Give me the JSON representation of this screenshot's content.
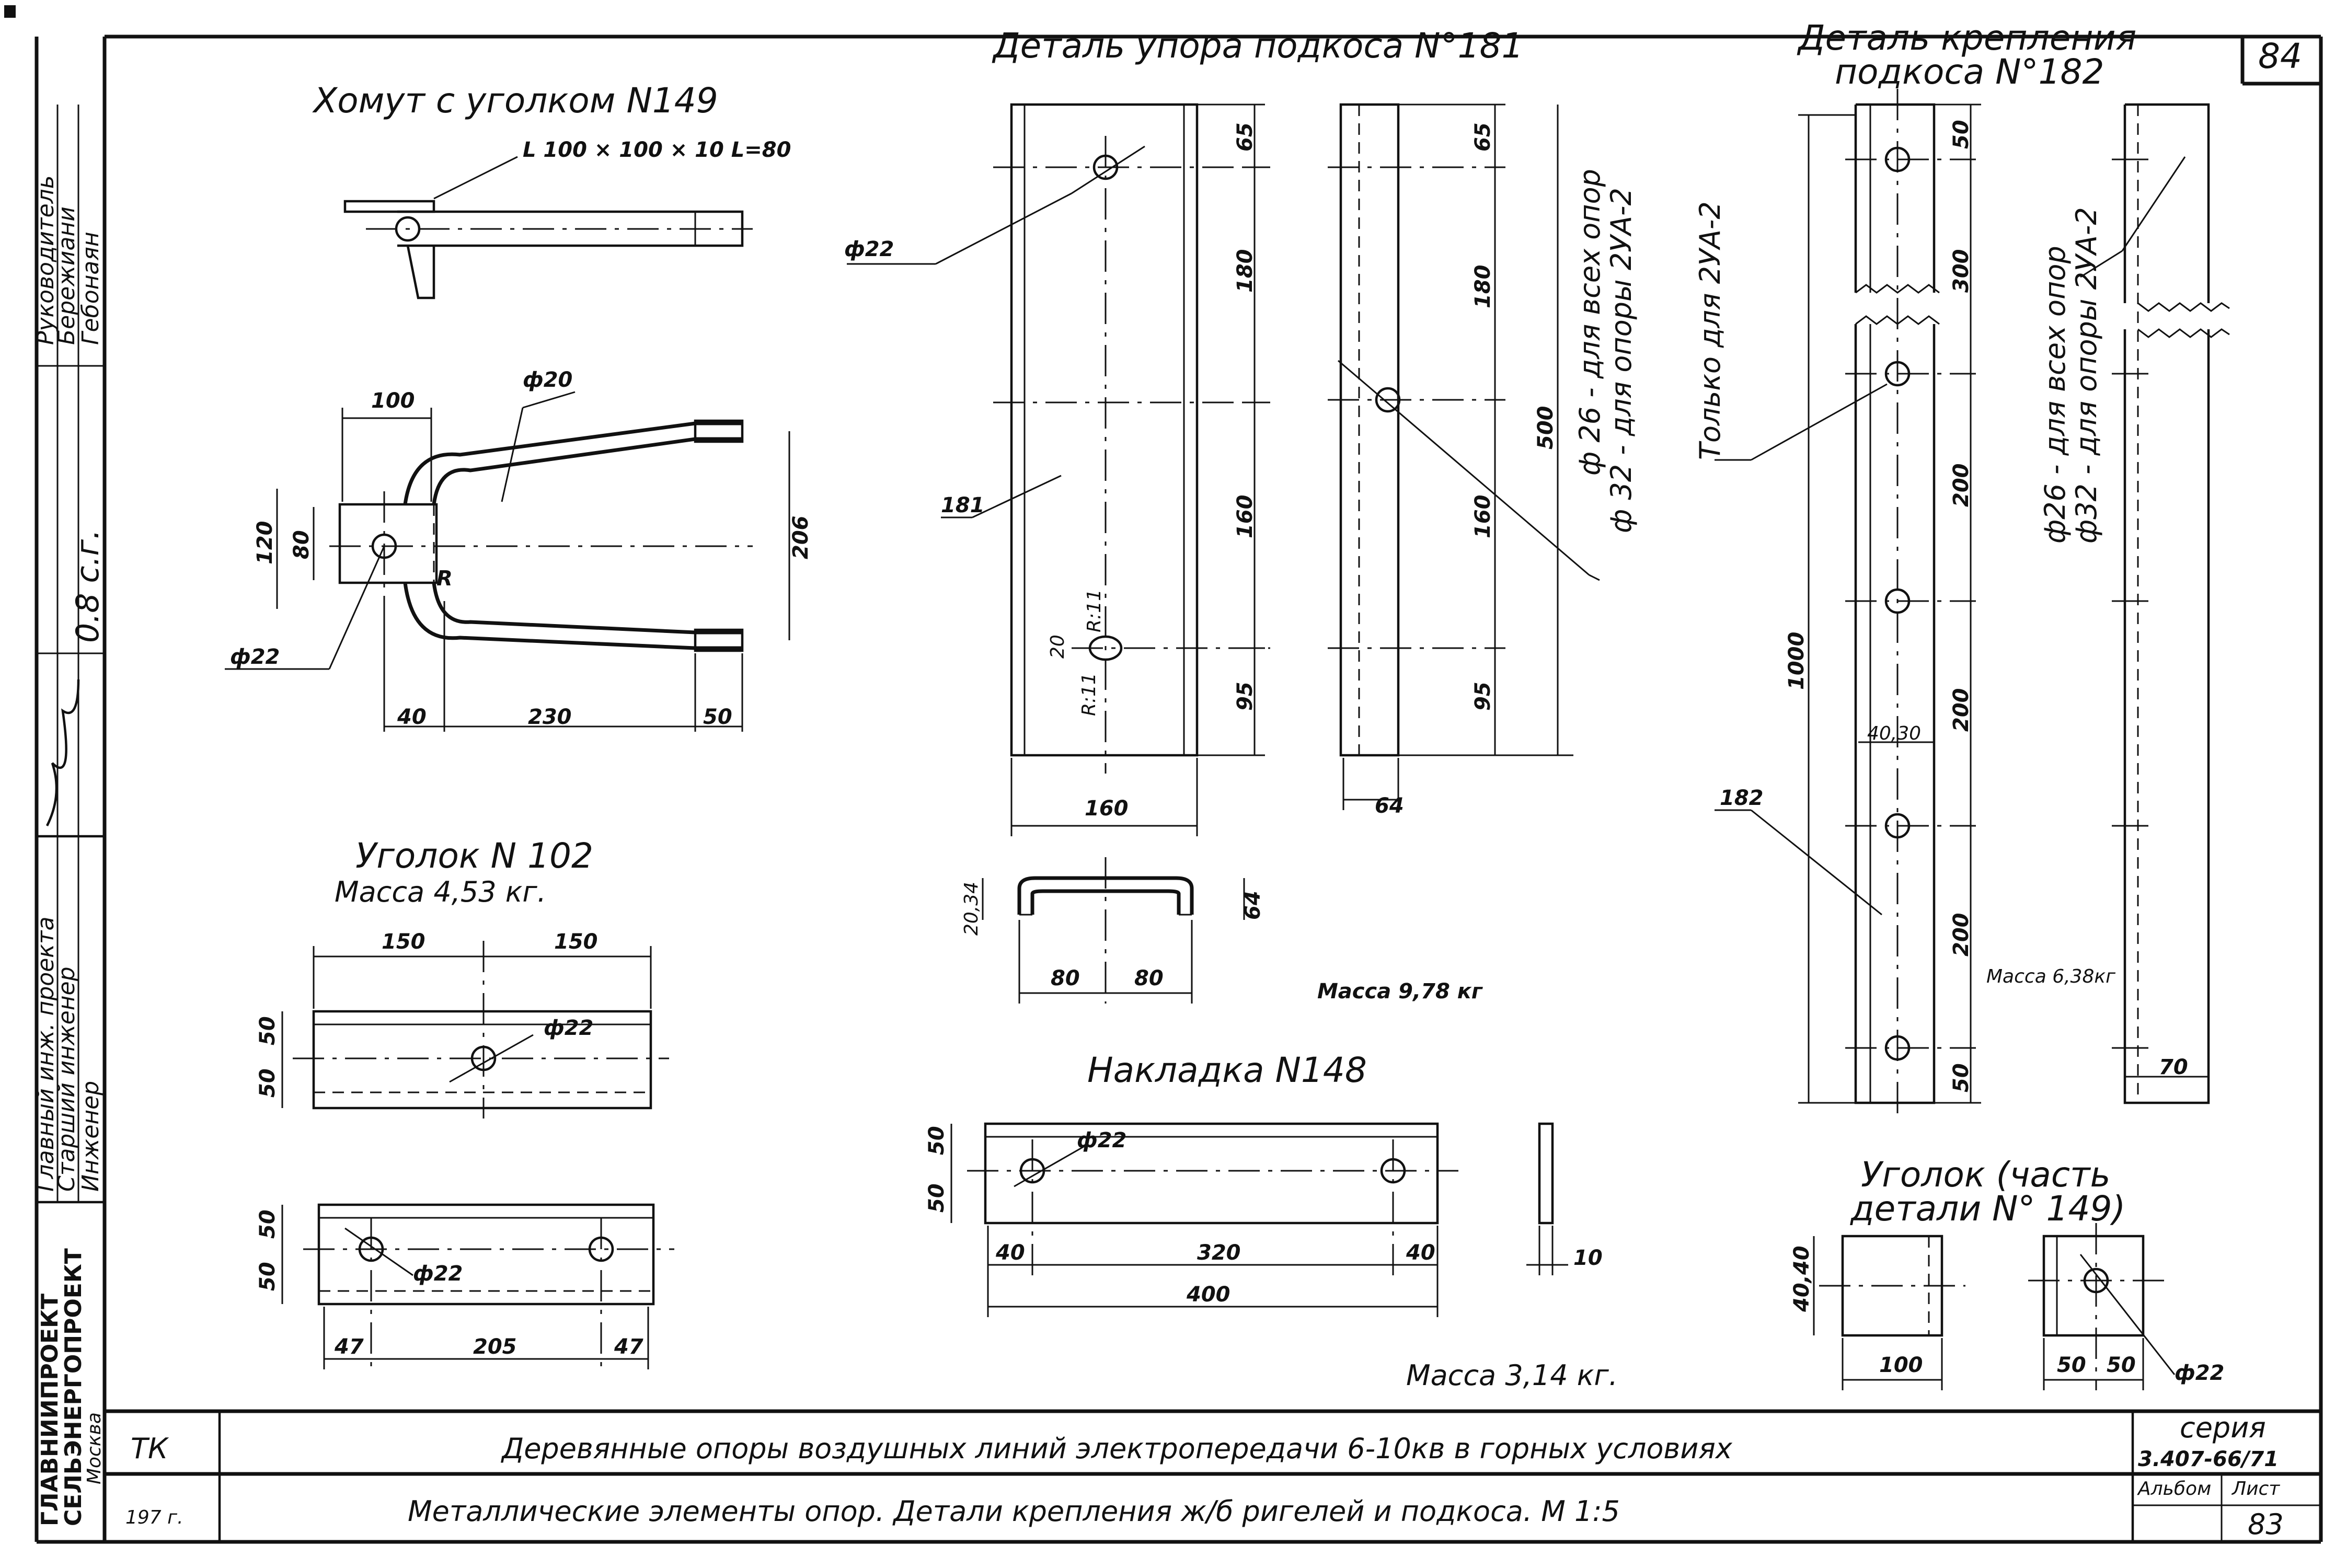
{
  "sheet_number": "84",
  "stamp": {
    "roles": [
      "Руководитель",
      "Главный инж. проекта",
      "Старший инженер",
      "Инженер"
    ],
    "names": [
      "Бережиани",
      "Гебонаян"
    ],
    "date": "0.8 с.г.",
    "organization": [
      "ГЛАВНИИПРОЕКТ",
      "СЕЛЬЭНЕРГОПРОЕКТ",
      "Москва"
    ]
  },
  "clamp": {
    "title": "Хомут с уголком N149",
    "angle_spec": "L 100 × 100 × 10  L=80",
    "rod_dia": "ф20",
    "hole_dia": "ф22",
    "dims": {
      "top": "100",
      "height_outer": "120",
      "height_inner": "80",
      "right_span": "206",
      "bottom_left": "40",
      "bottom_mid": "230",
      "bottom_right": "50",
      "bend_mark": "R"
    }
  },
  "angle102": {
    "title": "Уголок N 102",
    "mass": "Масса 4,53 кг.",
    "hole_dia": "ф22",
    "dims": {
      "top_left": "150",
      "top_right": "150",
      "side_top": "50",
      "side_bottom": "50",
      "side2_top": "50",
      "side2_bottom": "50",
      "bottom_left": "47",
      "bottom_mid": "205",
      "bottom_right": "47"
    }
  },
  "strut_stop": {
    "title": "Деталь упора подкоса N°181",
    "hole_dia": "ф22",
    "part_no": "181",
    "slot_r1": "R:11",
    "slot_r2": "R:11",
    "slot_w": "20",
    "dims": {
      "d65": "65",
      "d180": "180",
      "d160": "160",
      "d95": "95",
      "width": "160",
      "side_width": "64",
      "total": "500",
      "flange_a": "20,34",
      "flange_b": "64",
      "half_left": "80",
      "half_right": "80"
    },
    "note1": "ф 26 - для всех опор",
    "note2": "ф 32 - для опоры 2УА-2",
    "mass": "Масса 9,78 кг"
  },
  "pad148": {
    "title": "Накладка N148",
    "hole_dia": "ф22",
    "dims": {
      "side_top": "50",
      "side_bottom": "50",
      "left": "40",
      "mid": "320",
      "right": "40",
      "total": "400",
      "thickness": "10"
    },
    "mass": "Масса 3,14 кг."
  },
  "strut_fix": {
    "title_line1": "Деталь крепления",
    "title_line2": "подкоса  N°182",
    "part_no": "182",
    "only_note": "Только для 2УА-2",
    "note1": "ф26 - для всех опор",
    "note2": "ф32 - для опоры 2УА-2",
    "dims": {
      "d50_top": "50",
      "d300": "300",
      "d200a": "200",
      "d200b": "200",
      "d200c": "200",
      "d50_bot": "50",
      "total": "1000",
      "flange": "40,30",
      "width": "70"
    },
    "mass": "Масса 6,38кг"
  },
  "angle_part": {
    "title_line1": "Уголок (часть",
    "title_line2": "детали N° 149)",
    "hole_dia": "ф22",
    "dims": {
      "side": "40,40",
      "width": "100",
      "left": "50",
      "right": "50"
    }
  },
  "title_block": {
    "code1": "ТК",
    "year": "197 г.",
    "title": "Деревянные опоры воздушных линий электропередачи 6-10кв в горных условиях",
    "subtitle": "Металлические элементы опор. Детали крепления ж/б ригелей и подкоса.   М 1:5",
    "series_label": "серия",
    "series_value": "3.407-66/71",
    "album_label": "Альбом",
    "sheet_label": "Лист",
    "sheet_value": "83"
  }
}
